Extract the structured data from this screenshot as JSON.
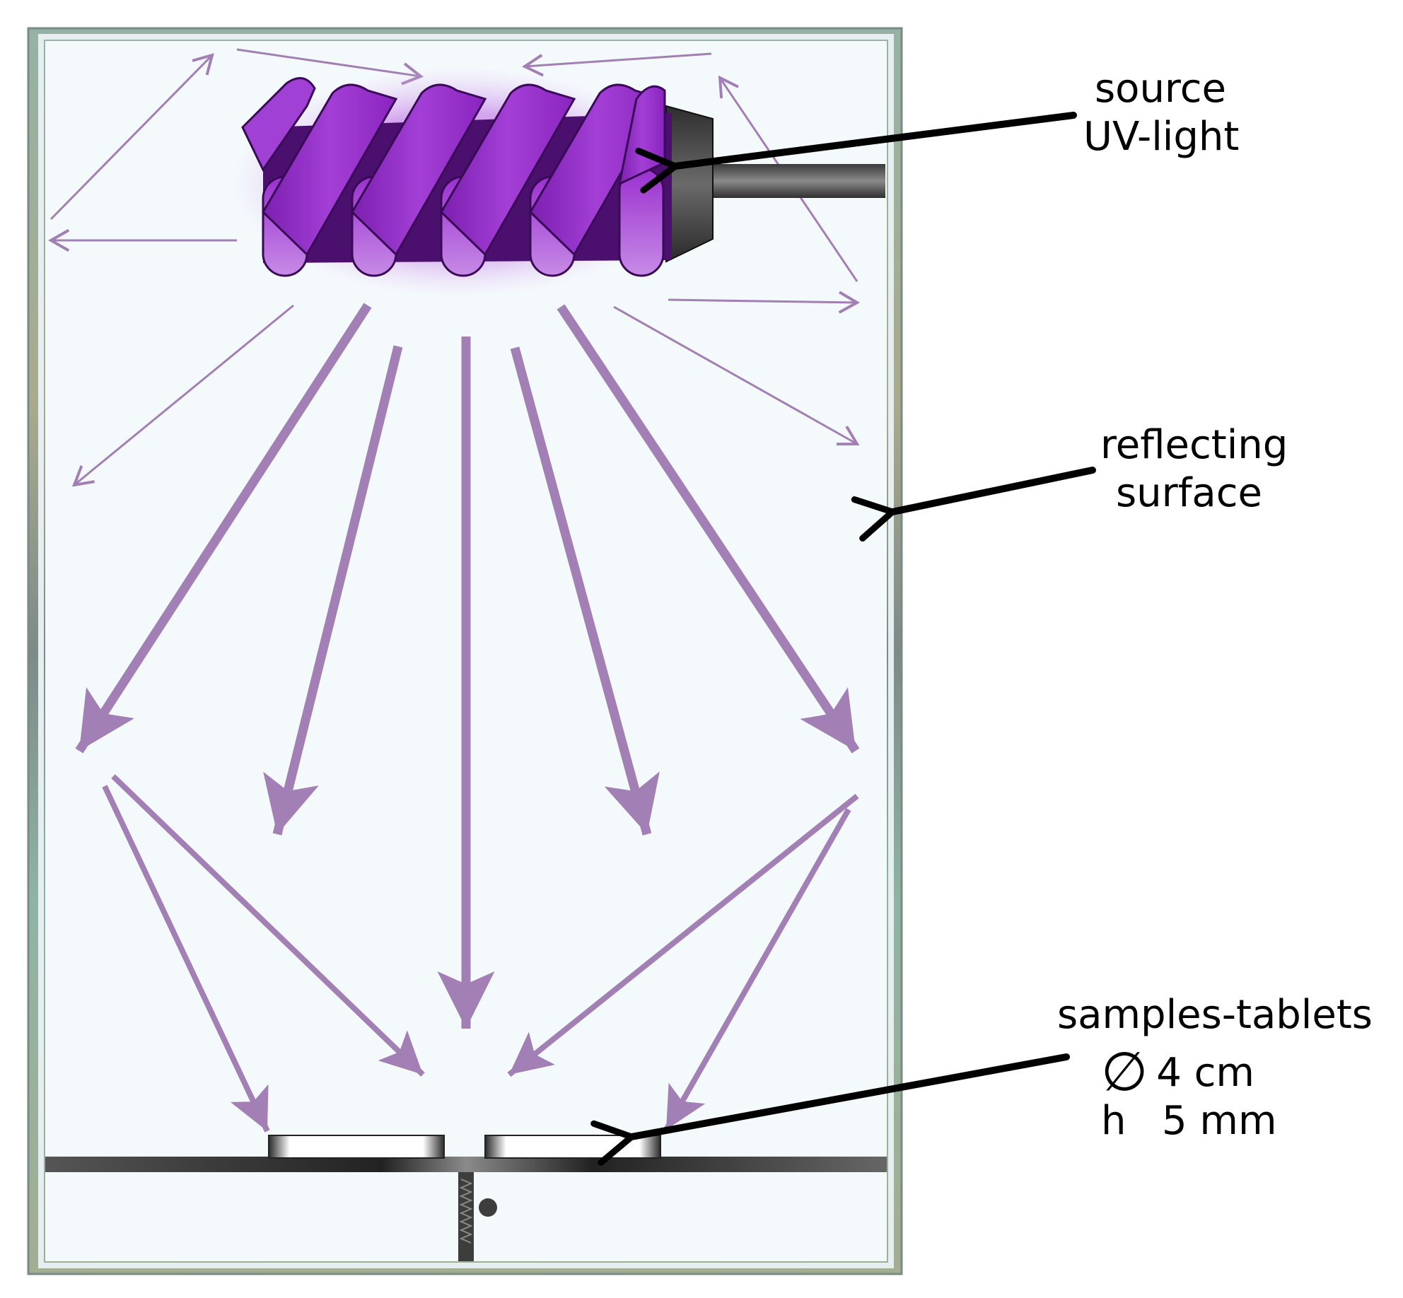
{
  "labels": {
    "source": {
      "line1": "source",
      "line2": "UV-light"
    },
    "reflecting": {
      "line1": "reflecting",
      "line2": "surface"
    },
    "samples": {
      "line1": "samples-tablets",
      "diameter_symbol": "∅",
      "diameter": "4 cm",
      "height_symbol": "h",
      "height": "5 mm"
    }
  },
  "colors": {
    "ray": "#a27fb5",
    "lamp_light": "#9b2fc9",
    "lamp_dark": "#4b0f6e",
    "lamp_glow": "#c690e6",
    "frame_outer": "#8fae9a",
    "frame_inner": "#f3f8fb",
    "callout_arrow": "#000000"
  },
  "icons": {
    "lamp": "uv-coil-lamp-icon",
    "tablet": "sample-tablet-icon",
    "stand": "stand-rod-icon"
  }
}
